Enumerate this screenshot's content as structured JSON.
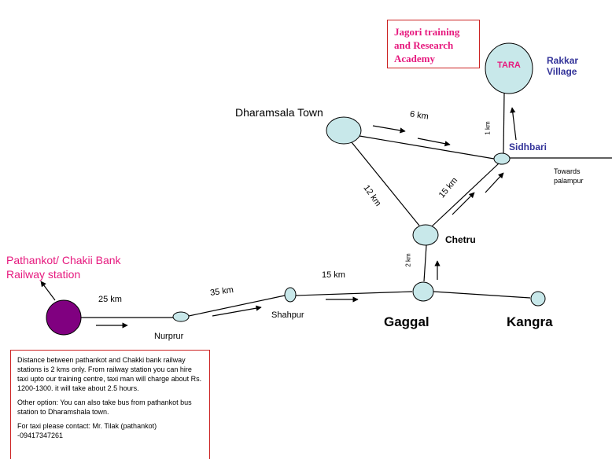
{
  "jagori_box": {
    "lines": [
      "Jagori training",
      "and Research",
      "Academy"
    ]
  },
  "nodes": {
    "tara": "TARA",
    "rakkar_village": [
      "Rakkar",
      "Village"
    ],
    "sidhbari": "Sidhbari",
    "dharamsala_town": "Dharamsala Town",
    "chetru": "Chetru",
    "gaggal": "Gaggal",
    "kangra": "Kangra",
    "shahpur": "Shahpur",
    "nurprur": "Nurprur",
    "pathankot": [
      "Pathankot/ Chakii Bank",
      "Railway station"
    ],
    "towards_palampur": [
      "Towards",
      "palampur"
    ]
  },
  "distances": {
    "dharamsala_sidhbari": "6 km",
    "sidhbari_tara": "1 km",
    "dharamsala_chetru": "12 km",
    "chetru_sidhbari": "15 km",
    "gaggal_chetru": "2 km",
    "shahpur_gaggal": "15 km",
    "nurprur_shahpur": "35 km",
    "pathankot_nurprur": "25 km"
  },
  "info_box": {
    "paragraph1": "Distance between pathankot and Chakki bank railway stations is 2 kms only. From railway station you can hire taxi upto our training centre, taxi man will charge about Rs. 1200-1300. it will take about 2.5 hours.",
    "paragraph2": "Other option: You can also take bus from pathankot bus station to Dharamshala town.",
    "paragraph3": "For taxi please contact: Mr. Tilak (pathankot) -09417347261"
  },
  "colors": {
    "node_fill": "#c8e8ea",
    "pathankot_fill": "#800080",
    "accent_pink": "#e6197e",
    "accent_navy": "#333399",
    "box_border": "#cc2222"
  }
}
